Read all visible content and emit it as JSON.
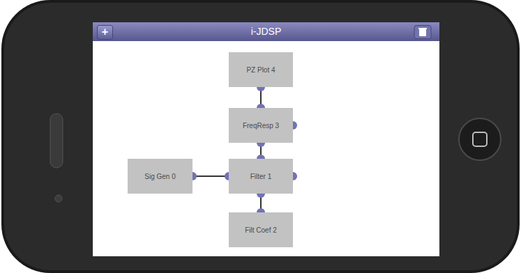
{
  "diagram": {
    "title": "i-JDSP",
    "nodes": [
      {
        "text": [
          "PZ Plot 4"
        ]
      },
      {
        "text": [
          "FreqResp 3"
        ]
      },
      {
        "text": [
          "Sig Gen 0"
        ]
      },
      {
        "text": [
          "Filter 1"
        ]
      },
      {
        "text": [
          "Filt Coef 2"
        ]
      }
    ],
    "edges": [
      {
        "from": 0,
        "to": 1,
        "arrow": "none"
      },
      {
        "from": 1,
        "to": 3,
        "arrow": "none"
      },
      {
        "from": 2,
        "to": 3,
        "arrow": "none"
      },
      {
        "from": 3,
        "to": 4,
        "arrow": "none"
      }
    ],
    "labels": [
      "+"
    ]
  }
}
